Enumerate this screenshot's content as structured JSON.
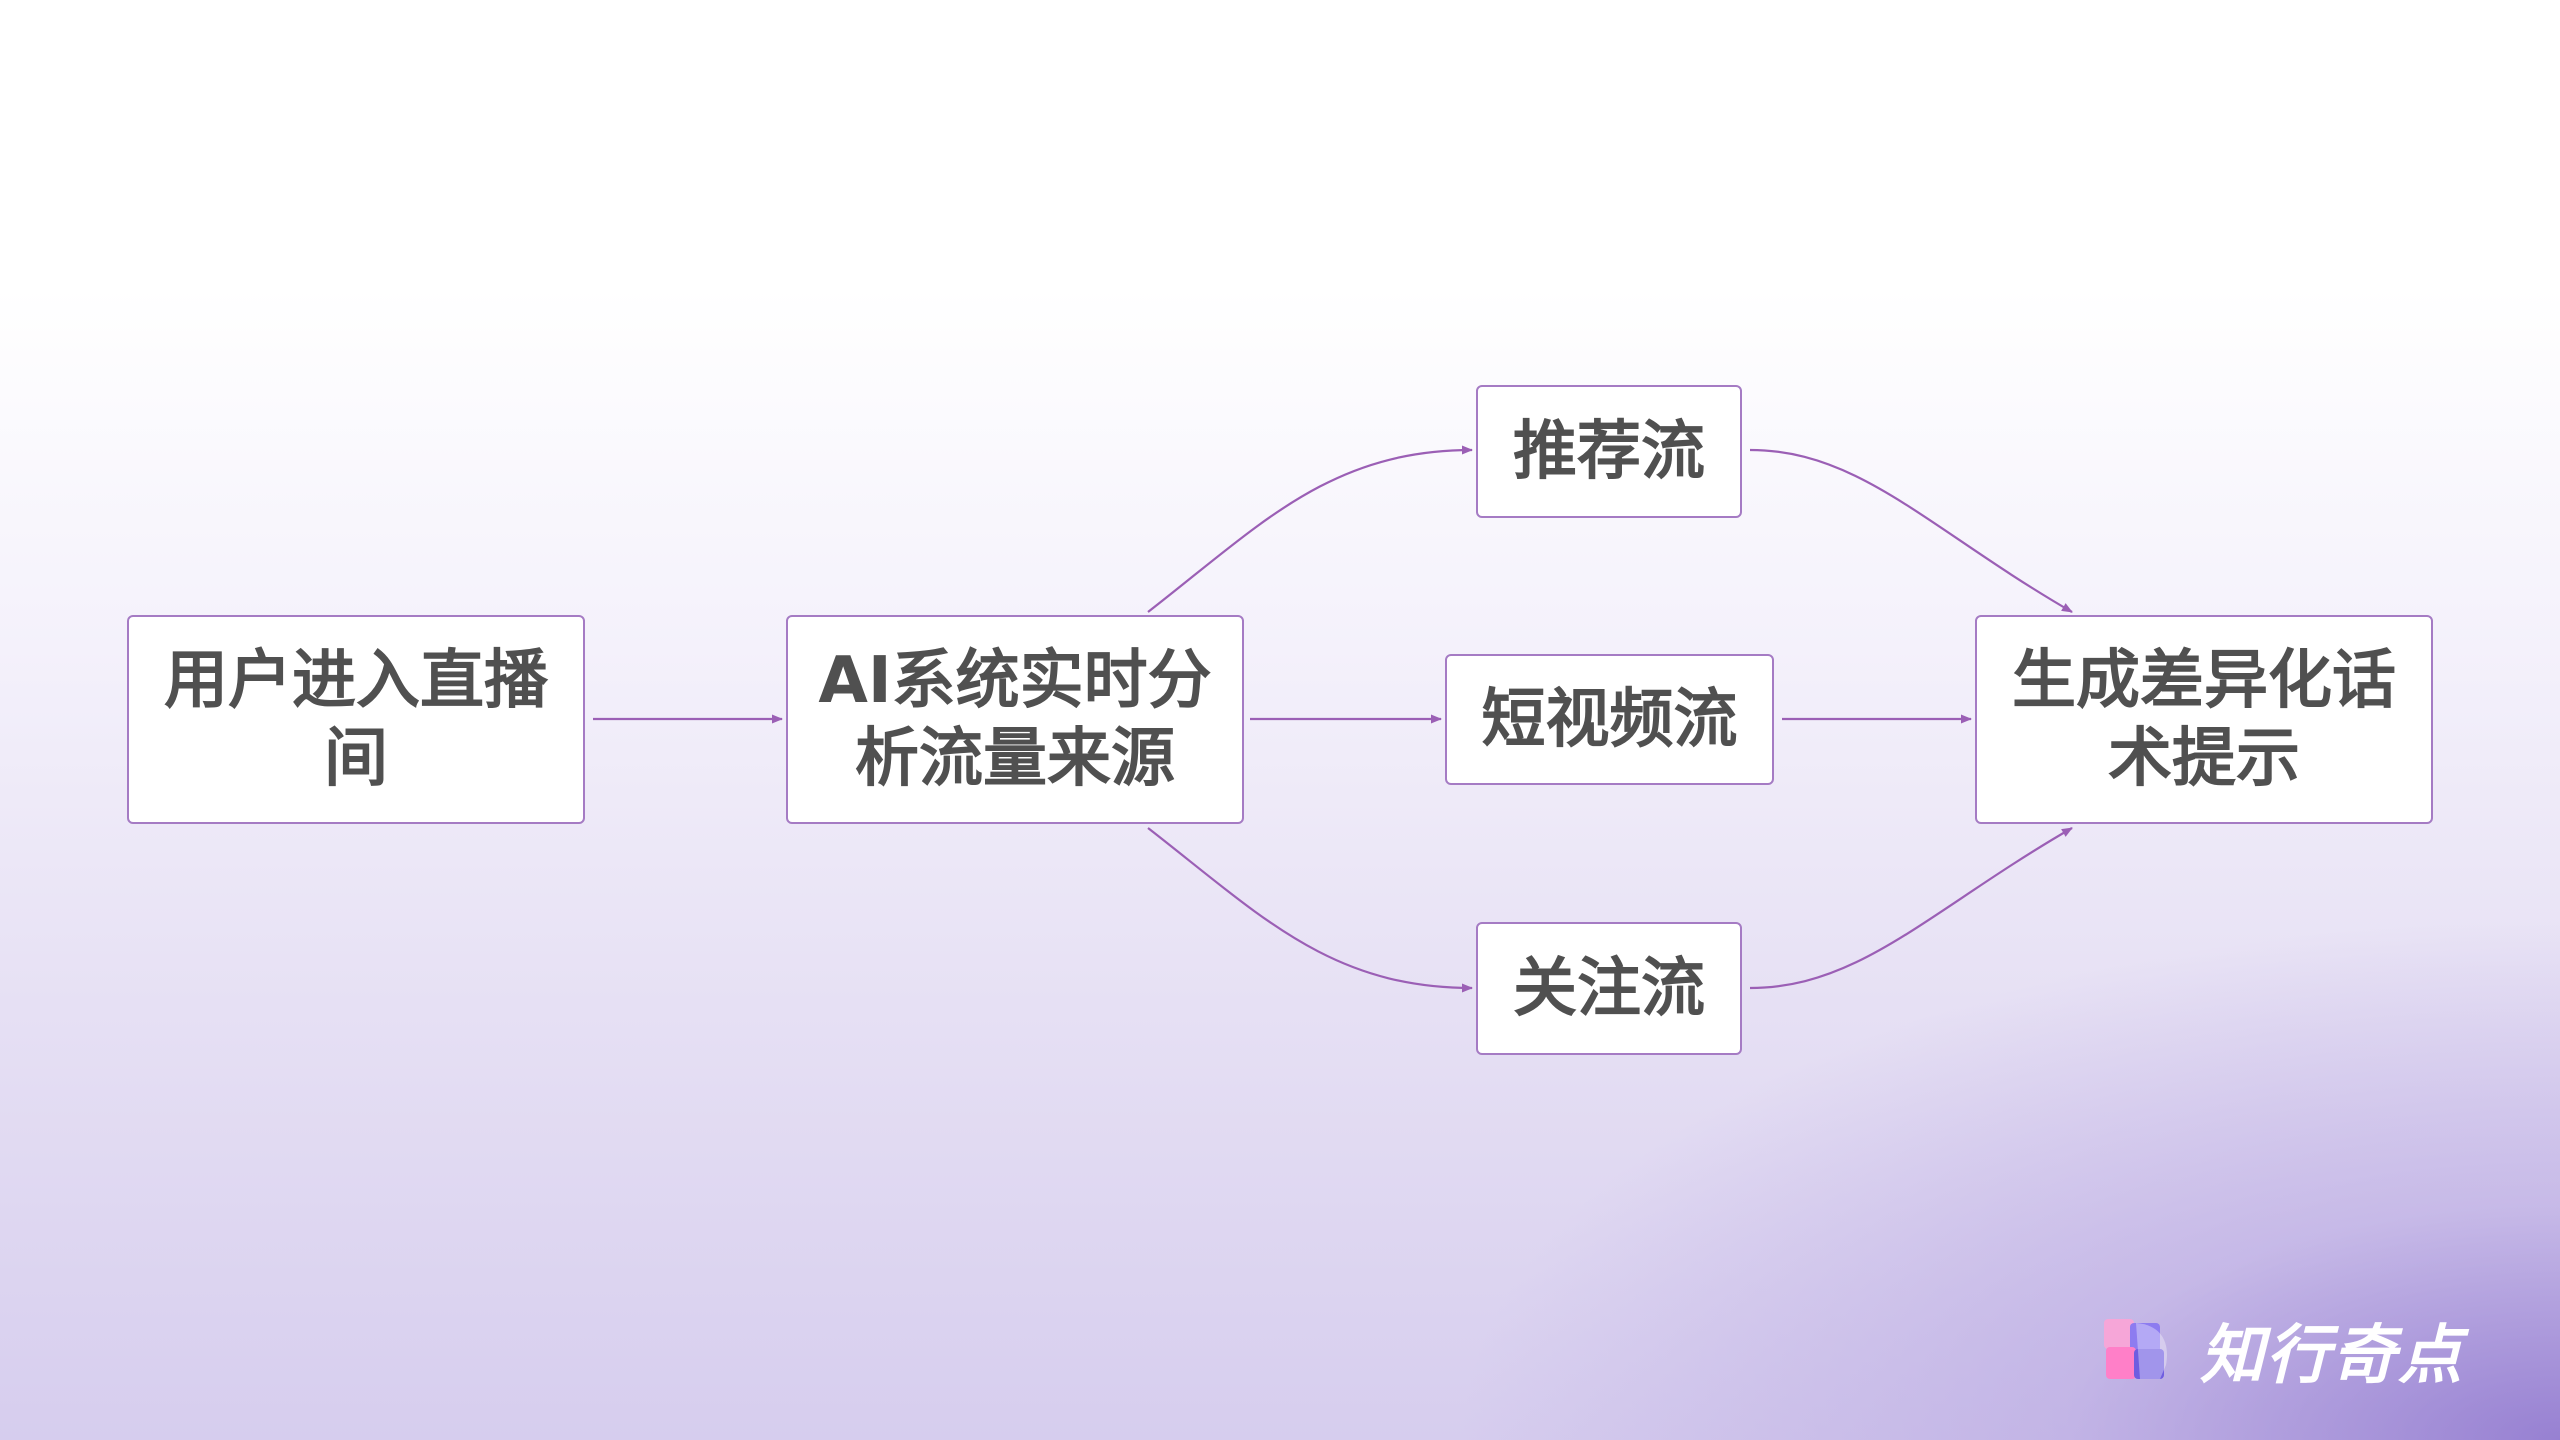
{
  "nodes": {
    "user_enter": "用户进入直播间",
    "ai_analyze": "AI系统实时分析流量来源",
    "recommend": "推荐流",
    "short_video": "短视频流",
    "follow": "关注流",
    "generate": "生成差异化话术提示"
  },
  "logo": {
    "text": "知行奇点"
  },
  "colors": {
    "node_border": "#a57bc4",
    "arrow": "#9b5fb5",
    "text": "#505050"
  }
}
